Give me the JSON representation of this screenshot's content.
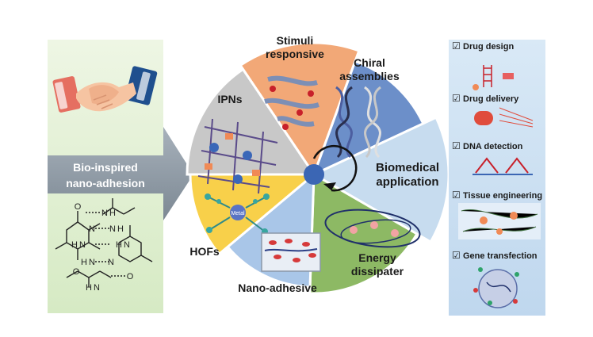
{
  "left_panel": {
    "banner_line1": "Bio-inspired",
    "banner_line2": "nano-adhesion",
    "molecule_atoms": [
      "O",
      "N",
      "H",
      "N",
      "N",
      "H",
      "N",
      "H",
      "H",
      "N",
      "N",
      "O",
      "N",
      "H",
      "H",
      "N",
      "O"
    ]
  },
  "wheel": {
    "segments": [
      {
        "id": "stimuli",
        "line1": "Stimuli",
        "line2": "responsive",
        "color": "#f2a877"
      },
      {
        "id": "chiral",
        "line1": "Chiral",
        "line2": "assemblies",
        "color": "#6c8fc9"
      },
      {
        "id": "biomedical",
        "line1": "Biomedical",
        "line2": "application",
        "color": "#c7dcef"
      },
      {
        "id": "energy",
        "line1": "Energy",
        "line2": "dissipater",
        "color": "#8db964"
      },
      {
        "id": "nanoadhesive",
        "line1": "Nano-adhesive",
        "line2": "",
        "color": "#a9c6e8"
      },
      {
        "id": "hofs",
        "line1": "HOFs",
        "line2": "",
        "color": "#f8d04a"
      },
      {
        "id": "ipns",
        "line1": "IPNs",
        "line2": "",
        "color": "#c8c8c8"
      }
    ],
    "hofs_center_label": "Metal",
    "hub_color": "#3b66b4"
  },
  "right_panel": {
    "items": [
      {
        "checkbox": "☑",
        "label": "Drug design"
      },
      {
        "checkbox": "☑",
        "label": "Drug delivery"
      },
      {
        "checkbox": "☑",
        "label": "DNA detection"
      },
      {
        "checkbox": "☑",
        "label": "Tissue engineering"
      },
      {
        "checkbox": "☑",
        "label": "Gene transfection"
      }
    ]
  },
  "colors": {
    "left_bg": "#dcedc8",
    "banner": "#8e9aa6",
    "right_bg": "#c9dff2"
  }
}
